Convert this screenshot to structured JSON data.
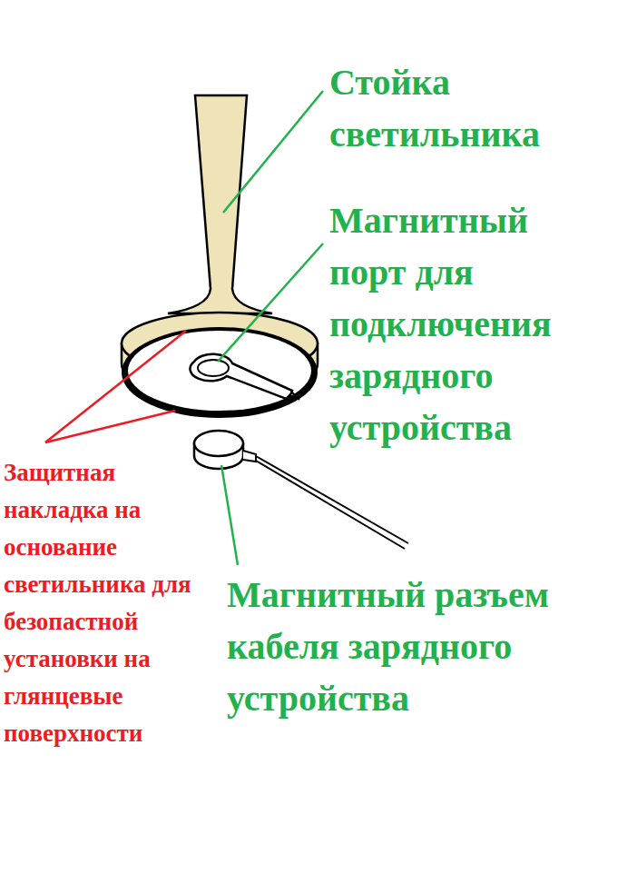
{
  "diagram": {
    "labels": [
      "Стойка светильника",
      "Магнитный порт для подключения зарядного устройства",
      "Магнитный разъем кабеля зарядного устройства",
      "Защитная накладка на основание светильника для безопастной установки на глянцевые поверхности"
    ]
  }
}
